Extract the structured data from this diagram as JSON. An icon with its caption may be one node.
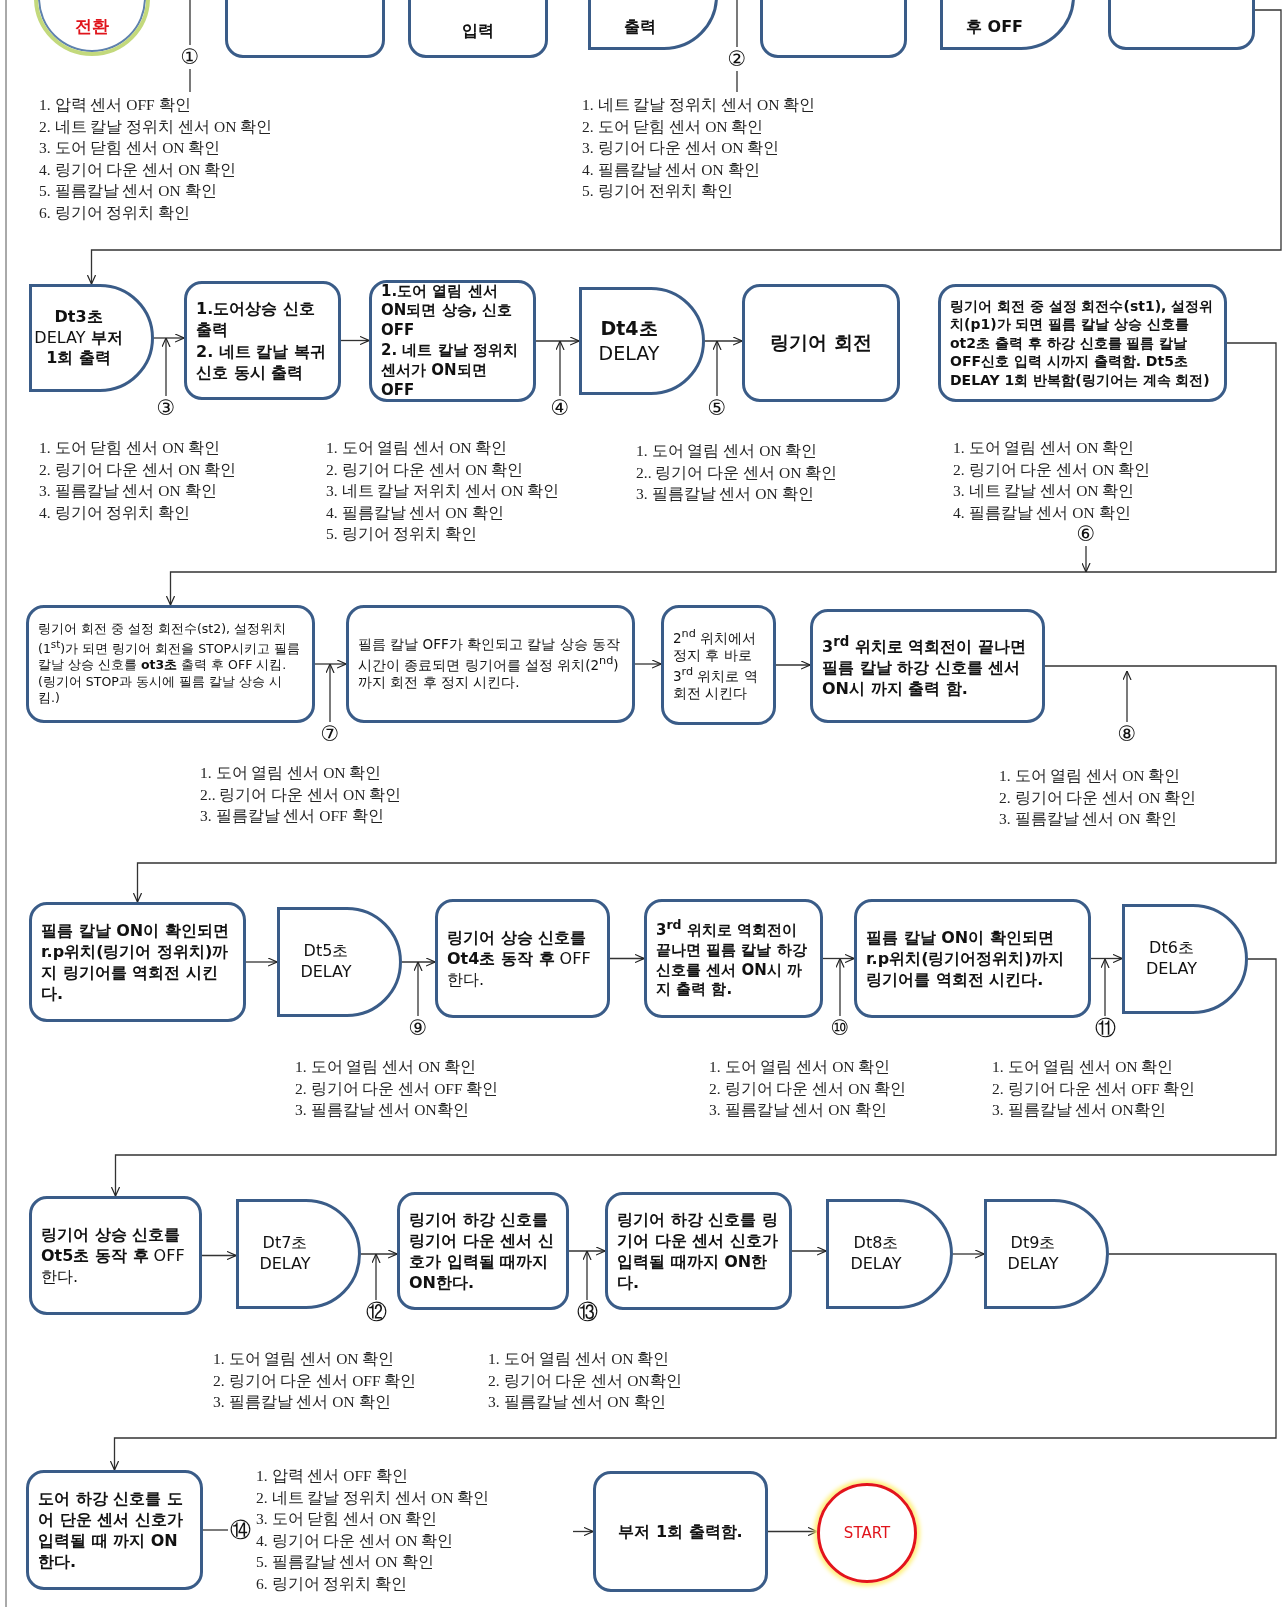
{
  "diagram": {
    "nodes": [
      {
        "text": [
          "전환"
        ]
      },
      {
        "text": [],
        "shape": "box"
      },
      {
        "text": [
          "입력"
        ]
      },
      {
        "text": [
          "출력"
        ]
      },
      {
        "text": [],
        "shape": "box"
      },
      {
        "text": [
          "후 OFF"
        ]
      },
      {
        "text": [],
        "shape": "box"
      },
      {
        "text": [
          "①"
        ],
        "beside": [
          "1. 압력 센서 OFF 확인",
          "2. 네트 칼날 정위치 센서 ON 확인",
          "3. 도어 닫힘 센서 ON 확인",
          "4. 링기어 다운 센서 ON 확인",
          "5. 필름칼날 센서 ON 확인",
          "6. 링기어 정위치 확인"
        ]
      },
      {
        "text": [
          "②"
        ],
        "beside": [
          "1. 네트 칼날 정위치 센서 ON 확인",
          "2. 도어 닫힘 센서 ON 확인",
          "3. 링기어 다운 센서 ON 확인",
          "4. 필름칼날 센서 ON 확인",
          "5. 링기어 전위치 확인"
        ]
      },
      {
        "text": [
          "**Dt3초** DELAY **부저 1회 출력**"
        ]
      },
      {
        "text": [
          "1.도어상승 신호 출력",
          "2. 네트 칼날 복귀 신호 동시 출력"
        ]
      },
      {
        "text": [
          "1.도어 열림 센서 ON되면 상승, 신호 OFF",
          "2. 네트 칼날 정위치 센서가 ON되면 OFF"
        ]
      },
      {
        "text": [
          "**Dt4초** DELAY"
        ]
      },
      {
        "text": [
          "링기어 회전"
        ]
      },
      {
        "text": [
          "링기어 회전 중 설정 회전수(st1), 설정위치(p1)가 되면 필름 칼날 상승 신호를 ot2초 출력 후 하강 신호를 필름 칼날 OFF신호 입력 시까지 출력함. Dt5초 DELAY 1회 반복함(링기어는 계속 회전)"
        ]
      },
      {
        "text": [
          "③"
        ],
        "beside": [
          "1. 도어 닫힘 센서 ON 확인",
          "2. 링기어 다운 센서 ON 확인",
          "3. 필름칼날 센서 ON 확인",
          "4. 링기어 정위치 확인"
        ]
      },
      {
        "text": [
          "④"
        ],
        "beside": [
          "1. 도어 열림 센서 ON 확인",
          "2. 링기어 다운 센서 ON 확인",
          "3. 네트 칼날 저위치 센서 ON 확인",
          "4. 필름칼날 센서 ON 확인",
          "5. 링기어 정위치 확인"
        ]
      },
      {
        "text": [
          "⑤"
        ],
        "beside": [
          "1. 도어 열림 센서 ON 확인",
          "2.. 링기어 다운 센서 ON 확인",
          "3. 필름칼날 센서 ON 확인"
        ]
      },
      {
        "text": [
          "⑥"
        ],
        "beside": [
          "1. 도어 열림 센서 ON 확인",
          "2. 링기어 다운 센서 ON 확인",
          "3. 네트 칼날 센서 ON 확인",
          "4. 필름칼날 센서 ON 확인"
        ]
      },
      {
        "text": [
          "링기어 회전 중 설정 회전수(st2), 설정위치(1$^{st}$)가 되면 링기어 회전을 STOP시키고 필름 칼날 상승 신호를 **ot3초** 출력 후 OFF 시킴.",
          "(링기어 STOP과 동시에 필름 칼날 상승 시킴.)"
        ]
      },
      {
        "text": [
          "필름 칼날 OFF가 확인되고 칼날 상승 동작 시간이 종료되면 링기어를 설정 위치(2$^{nd}$)까지 회전 후 정지 시킨다."
        ]
      },
      {
        "text": [
          "2$^{nd}$ 위치에서 정지 후 바로 3$^{rd}$ 위치로 역회전 시킨다"
        ]
      },
      {
        "text": [
          "3$^{rd}$ 위치로 역회전이 끝나면 필름 칼날 하강 신호를 센서 ON시 까지 출력 함."
        ]
      },
      {
        "text": [
          "⑦"
        ],
        "beside": [
          "1. 도어 열림 센서 ON 확인",
          "2.. 링기어 다운 센서 ON 확인",
          "3. 필름칼날 센서 OFF 확인"
        ]
      },
      {
        "text": [
          "⑧"
        ],
        "beside": [
          "1. 도어 열림 센서 ON 확인",
          "2. 링기어 다운 센서 ON 확인",
          "3. 필름칼날 센서 ON 확인"
        ]
      },
      {
        "text": [
          "필름 칼날 ON이 확인되면 r.p위치(링기어 정위치)까지 링기어를 역회전 시킨다."
        ]
      },
      {
        "text": [
          "Dt5초 DELAY"
        ]
      },
      {
        "text": [
          "**링기어 상승 신호를 Ot4초 동작 후** OFF한다."
        ]
      },
      {
        "text": [
          "3$^{rd}$ 위치로 역회전이 끝나면 필름 칼날 하강 신호를 센서 ON시 까지 출력 함."
        ]
      },
      {
        "text": [
          "필름 칼날 ON이 확인되면 r.p위치(링기어정위치)까지 링기어를 역회전 시킨다."
        ]
      },
      {
        "text": [
          "Dt6초 DELAY"
        ]
      },
      {
        "text": [
          "⑨"
        ],
        "beside": [
          "1. 도어 열림 센서 ON 확인",
          "2. 링기어 다운 센서 OFF 확인",
          "3. 필름칼날 센서 ON확인"
        ]
      },
      {
        "text": [
          "⑩"
        ],
        "beside": [
          "1. 도어 열림 센서 ON 확인",
          "2. 링기어 다운 센서 ON 확인",
          "3. 필름칼날 센서 ON 확인"
        ]
      },
      {
        "text": [
          "⑪"
        ],
        "beside": [
          "1. 도어 열림 센서 ON 확인",
          "2. 링기어 다운 센서 OFF 확인",
          "3. 필름칼날 센서 ON확인"
        ]
      },
      {
        "text": [
          "**링기어 상승 신호를 Ot5초 동작 후** OFF한다."
        ]
      },
      {
        "text": [
          "Dt7초 DELAY"
        ]
      },
      {
        "text": [
          "링기어 하강 신호를 링기어 다운 센서 신호가 입력될 때까지 ON한다."
        ]
      },
      {
        "text": [
          "링기어 하강 신호를 링기어 다운 센서 신호가 입력될 때까지 ON한다."
        ]
      },
      {
        "text": [
          "Dt8초 DELAY"
        ]
      },
      {
        "text": [
          "Dt9초 DELAY"
        ]
      },
      {
        "text": [
          "⑫"
        ],
        "beside": [
          "1. 도어 열림 센서 ON 확인",
          "2. 링기어 다운 센서 OFF 확인",
          "3. 필름칼날 센서 ON 확인"
        ]
      },
      {
        "text": [
          "⑬"
        ],
        "beside": [
          "1. 도어 열림 센서 ON 확인",
          "2. 링기어 다운 센서 ON확인",
          "3. 필름칼날 센서 ON 확인"
        ]
      },
      {
        "text": [
          "도어 하강 신호를 도어 단운 센서 신호가 입력될 때 까지 ON한다."
        ]
      },
      {
        "text": [
          "⑭"
        ],
        "beside": [
          "1. 압력 센서 OFF 확인",
          "2. 네트 칼날 정위치 센서 ON 확인",
          "3. 도어 닫힘 센서 ON 확인",
          "4. 링기어 다운 센서 ON 확인",
          "5. 필름칼날 센서 ON 확인",
          "6. 링기어 정위치 확인"
        ]
      },
      {
        "text": [
          "부저 1회 출력함."
        ]
      },
      {
        "text": [
          "START"
        ]
      }
    ],
    "edges": [
      {
        "from": 6,
        "to": 9,
        "arrow": "to"
      },
      {
        "from": 7,
        "to": null,
        "arrow": "none"
      },
      {
        "from": 8,
        "to": null,
        "arrow": "none"
      },
      {
        "from": 9,
        "to": 10,
        "arrow": "to"
      },
      {
        "from": 10,
        "to": 11,
        "arrow": "to"
      },
      {
        "from": 11,
        "to": 12,
        "arrow": "to"
      },
      {
        "from": 12,
        "to": 13,
        "arrow": "to"
      },
      {
        "from": 15,
        "to": 9,
        "arrow": "to"
      },
      {
        "from": 16,
        "to": 12,
        "arrow": "to"
      },
      {
        "from": 17,
        "to": 12,
        "arrow": "to"
      },
      {
        "from": 14,
        "to": 19,
        "arrow": "to"
      },
      {
        "from": 18,
        "to": null,
        "arrow": "to"
      },
      {
        "from": 19,
        "to": 20,
        "arrow": "to"
      },
      {
        "from": 20,
        "to": 21,
        "arrow": "to"
      },
      {
        "from": 21,
        "to": 22,
        "arrow": "to"
      },
      {
        "from": 23,
        "to": 19,
        "arrow": "to"
      },
      {
        "from": 24,
        "to": null,
        "arrow": "to"
      },
      {
        "from": 22,
        "to": 25,
        "arrow": "to"
      },
      {
        "from": 25,
        "to": 26,
        "arrow": "to"
      },
      {
        "from": 26,
        "to": 27,
        "arrow": "to"
      },
      {
        "from": 27,
        "to": 28,
        "arrow": "to"
      },
      {
        "from": 28,
        "to": 29,
        "arrow": "to"
      },
      {
        "from": 29,
        "to": 30,
        "arrow": "to"
      },
      {
        "from": 31,
        "to": 26,
        "arrow": "to"
      },
      {
        "from": 32,
        "to": 28,
        "arrow": "to"
      },
      {
        "from": 33,
        "to": 30,
        "arrow": "to"
      },
      {
        "from": 30,
        "to": 34,
        "arrow": "to"
      },
      {
        "from": 34,
        "to": 35,
        "arrow": "to"
      },
      {
        "from": 35,
        "to": 36,
        "arrow": "to"
      },
      {
        "from": 36,
        "to": 37,
        "arrow": "to"
      },
      {
        "from": 37,
        "to": 38,
        "arrow": "to"
      },
      {
        "from": 38,
        "to": 39,
        "arrow": "to"
      },
      {
        "from": 40,
        "to": 35,
        "arrow": "to"
      },
      {
        "from": 41,
        "to": 36,
        "arrow": "to"
      },
      {
        "from": 39,
        "to": 42,
        "arrow": "to"
      },
      {
        "from": 42,
        "to": 43,
        "arrow": "none"
      },
      {
        "from": null,
        "to": 44,
        "arrow": "to"
      },
      {
        "from": 44,
        "to": 45,
        "arrow": "to"
      }
    ]
  }
}
